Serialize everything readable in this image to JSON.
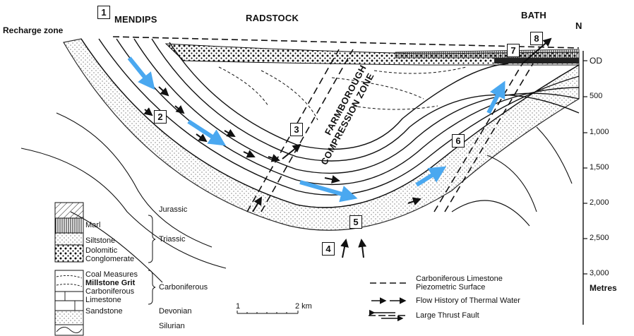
{
  "title_labels": {
    "recharge": "Recharge zone",
    "mendips": "MENDIPS",
    "radstock": "RADSTOCK",
    "bath": "BATH",
    "north": "N"
  },
  "zone_label": [
    "FARMBOROUGH",
    "COMPRESSION ZONE"
  ],
  "stations": [
    "1",
    "2",
    "3",
    "4",
    "5",
    "6",
    "7",
    "8"
  ],
  "depth_axis": {
    "ticks": [
      "OD",
      "500",
      "1,000",
      "1,500",
      "2,000",
      "2,500",
      "3,000"
    ],
    "unit": "Metres"
  },
  "scale_bar": {
    "start": "1",
    "end": "2 km"
  },
  "legend_units": [
    {
      "name": "Marl",
      "pattern": "vertical-lines"
    },
    {
      "name": "Siltstone",
      "pattern": "fine-stipple"
    },
    {
      "name": "Dolomitic",
      "pattern": "dots"
    },
    {
      "name": "Conglomerate",
      "pattern": "dots"
    },
    {
      "name": "Coal Measures",
      "pattern": "dashed"
    },
    {
      "name": "Millstone Grit",
      "pattern": "dashed"
    },
    {
      "name": "Carboniferous",
      "pattern": "brick"
    },
    {
      "name": "Limestone",
      "pattern": "brick"
    },
    {
      "name": "Sandstone",
      "pattern": "stipple"
    }
  ],
  "legend_periods": [
    "Jurassic",
    "Triassic",
    "Carboniferous",
    "Devonian",
    "Silurian"
  ],
  "legend_symbols": {
    "piezometric_1": "Carboniferous Limestone",
    "piezometric_2": "Piezometric Surface",
    "flow": "Flow History of Thermal Water",
    "thrust": "Large Thrust Fault"
  },
  "colors": {
    "flow_arrow": "#4aa8f0",
    "ink": "#111111"
  }
}
